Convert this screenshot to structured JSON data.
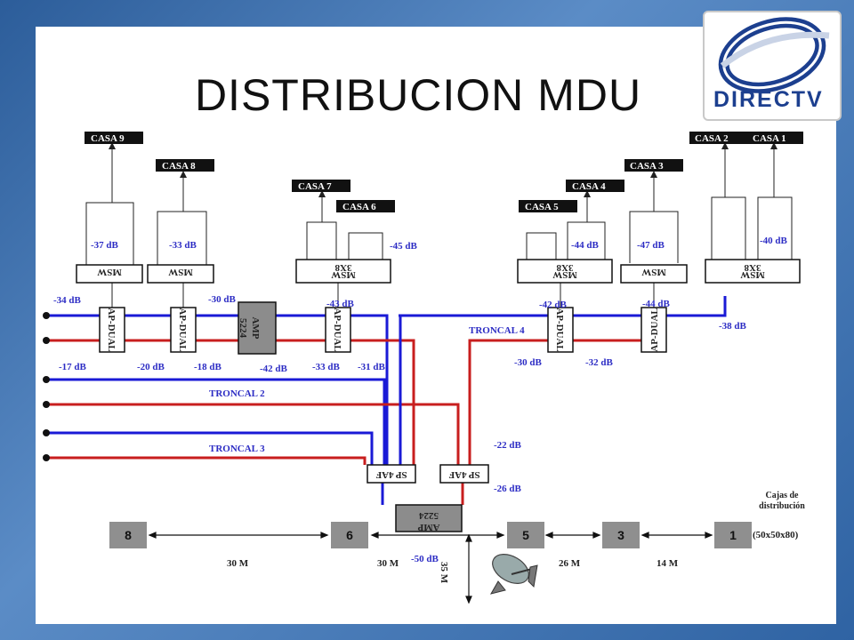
{
  "title": "DISTRIBUCION MDU",
  "logo_text": "DIRECTV",
  "casas": [
    {
      "id": "casa-9",
      "label": "CASA  9"
    },
    {
      "id": "casa-8",
      "label": "CASA  8"
    },
    {
      "id": "casa-7",
      "label": "CASA  7"
    },
    {
      "id": "casa-6",
      "label": "CASA  6"
    },
    {
      "id": "casa-5",
      "label": "CASA  5"
    },
    {
      "id": "casa-4",
      "label": "CASA  4"
    },
    {
      "id": "casa-3",
      "label": "CASA  3"
    },
    {
      "id": "casa-2",
      "label": "CASA  2"
    },
    {
      "id": "casa-1",
      "label": "CASA  1"
    }
  ],
  "db_labels": [
    "-37 dB",
    "-33 dB",
    "-45 dB",
    "-44 dB",
    "-47 dB",
    "-40 dB",
    "-34 dB",
    "-30 dB",
    "-43 dB",
    "-42 dB",
    "-44 dB",
    "-38 dB",
    "-17 dB",
    "-20 dB",
    "-18 dB",
    "-42 dB",
    "-33 dB",
    "-31 dB",
    "-30 dB",
    "-32 dB",
    "-22 dB",
    "-26 dB",
    "-50 dB"
  ],
  "trunks": [
    "TRONCAL  2",
    "TRONCAL  3",
    "TRONCAL  4"
  ],
  "devices": {
    "mswitch": "MSW",
    "msw_3x8": "MSW",
    "msw_3x8_sub": "3X8",
    "ap_dual": "AP-DUAL",
    "amp": "AMP",
    "amp_model": "5224",
    "sp4af": "SP 4AF"
  },
  "boxes": [
    "8",
    "6",
    "5",
    "3",
    "1"
  ],
  "distances": [
    "30 M",
    "30 M",
    "26 M",
    "14 M",
    "35 M"
  ],
  "cajas_title": "Cajas de distribución",
  "cajas_size": "(50x50x80)",
  "colors": {
    "blue_line": "#1a1ad6",
    "red_line": "#c81e1e",
    "label_blue": "#2c2cc4",
    "device_gray": "#8c8c8c",
    "box_gray": "#8f8f8f"
  }
}
